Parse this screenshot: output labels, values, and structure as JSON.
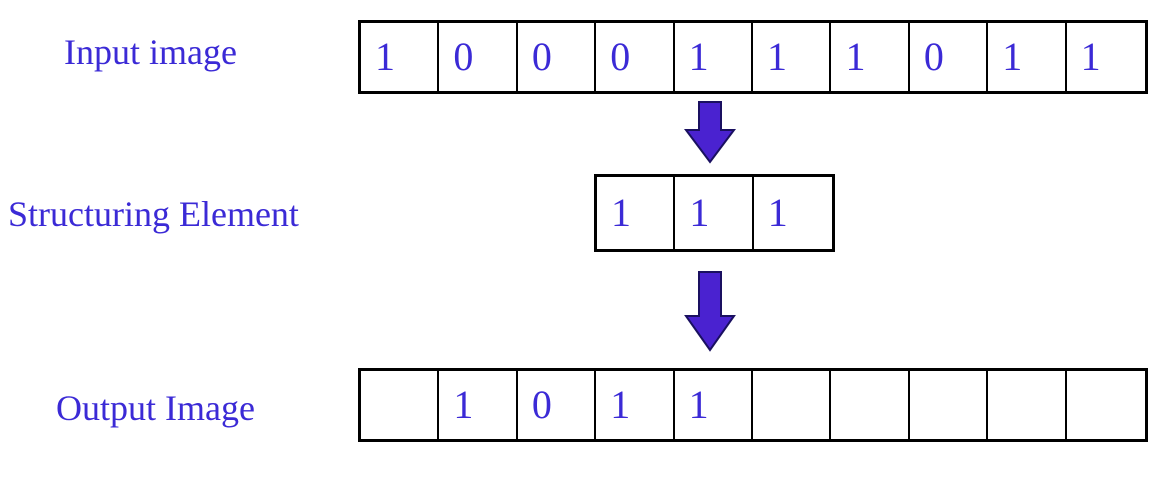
{
  "input": {
    "label": "Input image",
    "values": [
      "1",
      "0",
      "0",
      "0",
      "1",
      "1",
      "1",
      "0",
      "1",
      "1"
    ]
  },
  "structuring_element": {
    "label": "Structuring Element",
    "values": [
      "1",
      "1",
      "1"
    ]
  },
  "output": {
    "label": "Output Image",
    "values": [
      "",
      "1",
      "0",
      "1",
      "1",
      "",
      "",
      "",
      "",
      ""
    ]
  },
  "colors": {
    "text": "#3b2ad6",
    "arrow_fill": "#4a22d0",
    "border": "#000000"
  }
}
